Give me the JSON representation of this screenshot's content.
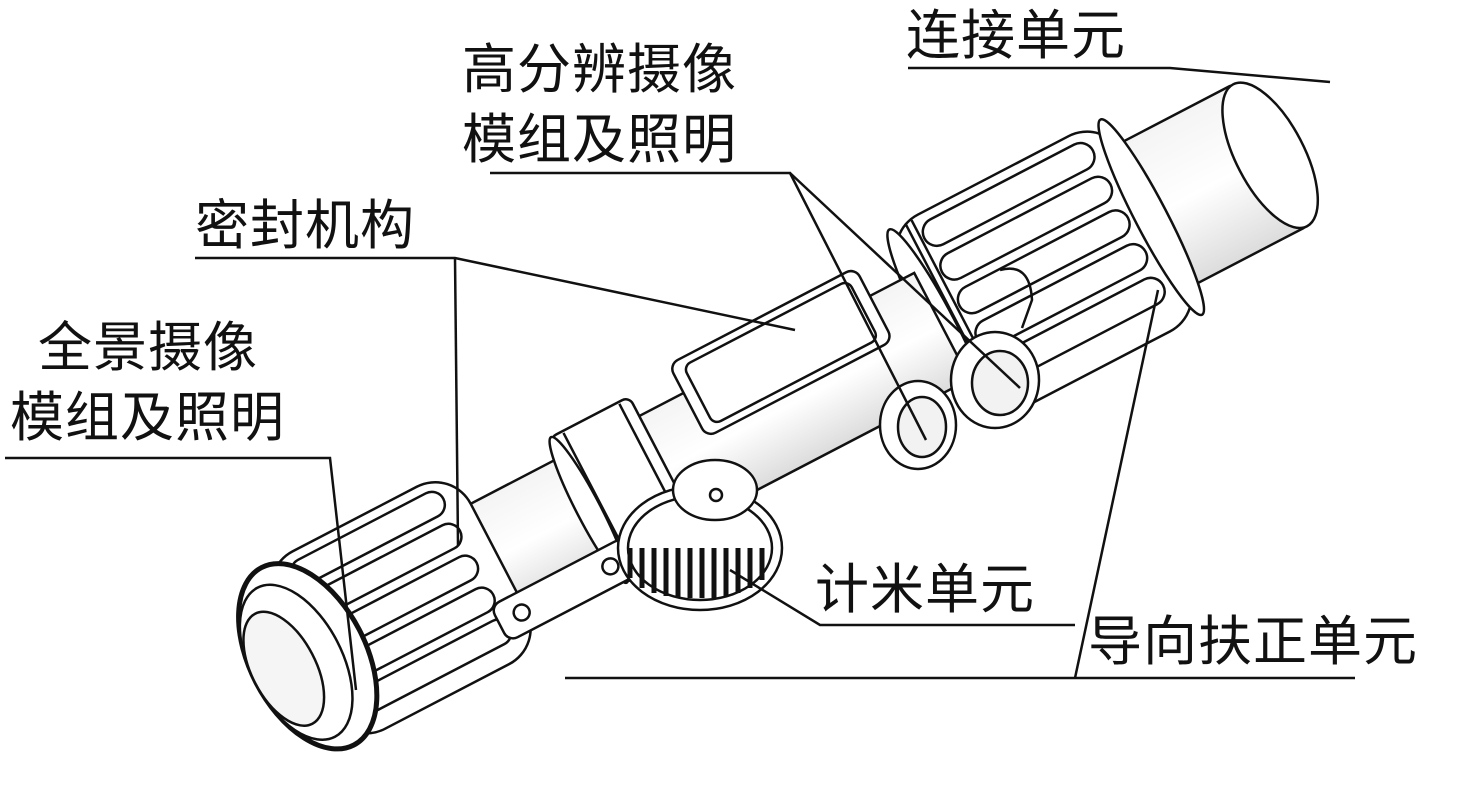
{
  "labels": {
    "connection_unit": "连接单元",
    "hires_camera": {
      "line1": "高分辨摄像",
      "line2": "模组及照明"
    },
    "seal_mechanism": "密封机构",
    "panoramic_camera": {
      "line1": "全景摄像",
      "line2": "模组及照明"
    },
    "meter_unit": "计米单元",
    "guide_centering_unit": "导向扶正单元"
  },
  "colors": {
    "ink": "#111111",
    "body_fill": "#ffffff",
    "shade": "#e9e9e9"
  }
}
